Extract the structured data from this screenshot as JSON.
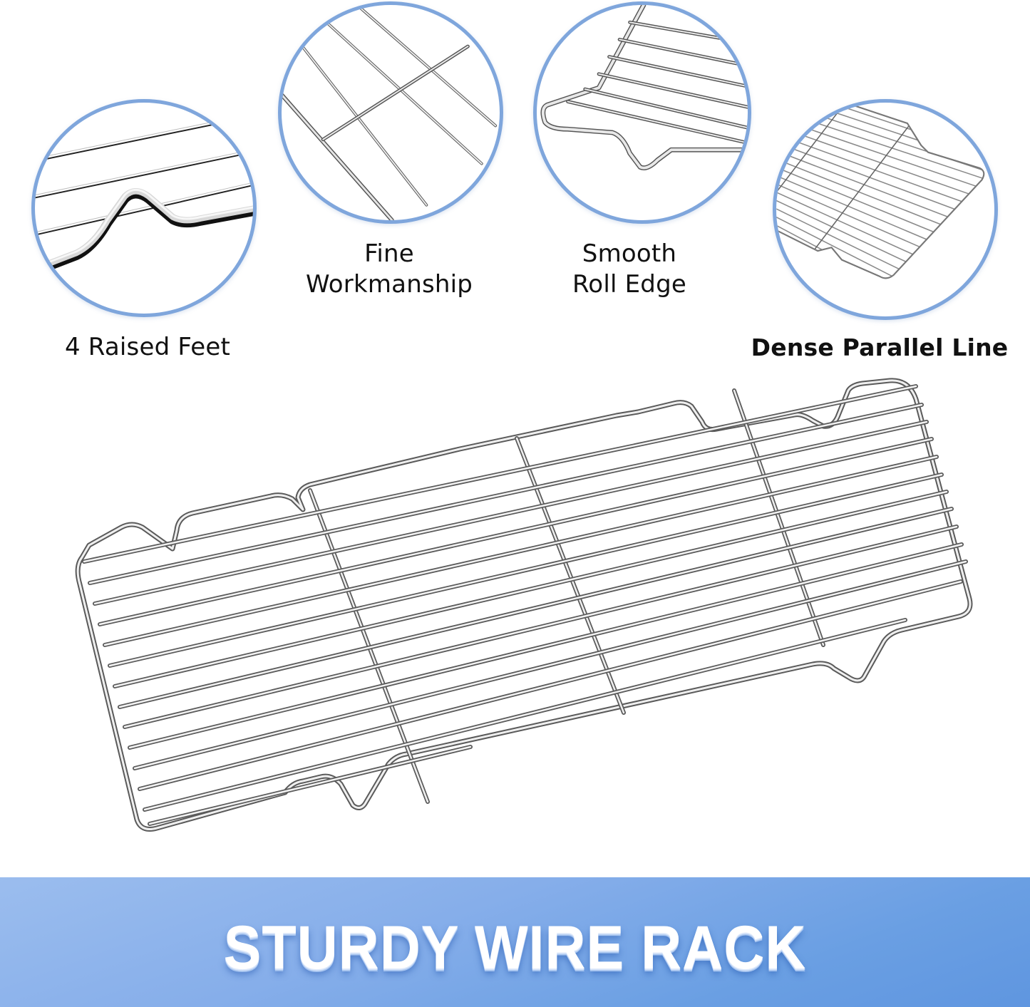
{
  "features": [
    {
      "id": "raised-feet",
      "label": "4 Raised Feet"
    },
    {
      "id": "fine-workmanship",
      "label": "Fine Workmanship",
      "lines": [
        "Fine",
        "Workmanship"
      ]
    },
    {
      "id": "smooth-roll-edge",
      "label": "Smooth Roll Edge",
      "lines": [
        "Smooth",
        "Roll Edge"
      ]
    },
    {
      "id": "dense-parallel-line",
      "label": "Dense Parallel Line"
    }
  ],
  "banner": {
    "title": "STURDY WIRE RACK"
  },
  "colors": {
    "circle_border": "#7fa6dc",
    "banner_light": "#9bbdee",
    "banner_dark": "#5f96e0",
    "wire": "#c8c8c8",
    "wire_shadow": "#6b6b6b",
    "text": "#111111"
  }
}
